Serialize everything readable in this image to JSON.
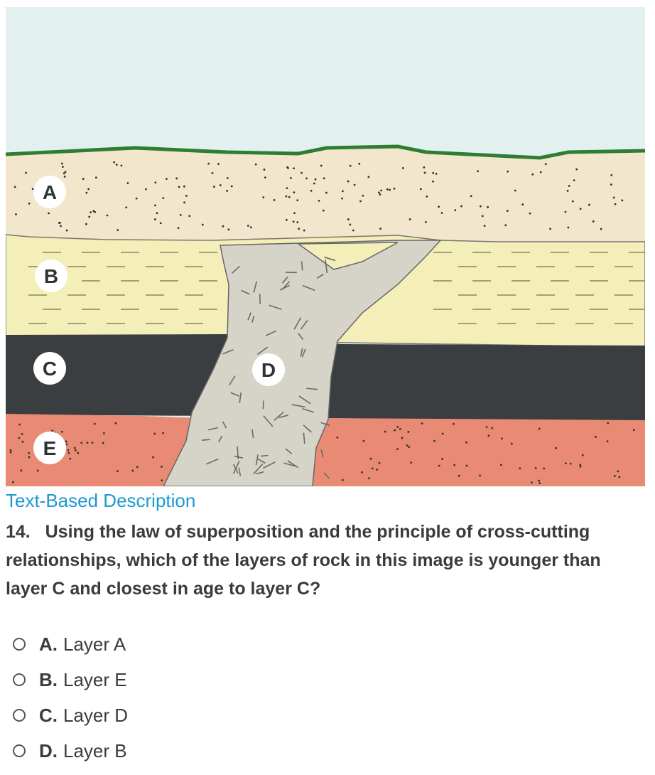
{
  "diagram": {
    "labels": {
      "a": "A",
      "b": "B",
      "c": "C",
      "d": "D",
      "e": "E"
    },
    "colors": {
      "sky": "#e3f0f0",
      "grass": "#2e7d32",
      "layer_a": "#f2e6cc",
      "layer_b": "#f4efb9",
      "layer_c": "#3a3e41",
      "layer_d": "#d6d3c8",
      "layer_e": "#e88a74"
    }
  },
  "link": {
    "text": "Text-Based Description"
  },
  "question": {
    "number": "14.",
    "text": "Using the law of superposition and the principle of cross-cutting relationships, which of the layers of rock in this image is younger than layer C and closest in age to layer C?"
  },
  "options": [
    {
      "letter": "A.",
      "text": "Layer A"
    },
    {
      "letter": "B.",
      "text": "Layer E"
    },
    {
      "letter": "C.",
      "text": "Layer D"
    },
    {
      "letter": "D.",
      "text": "Layer B"
    }
  ]
}
